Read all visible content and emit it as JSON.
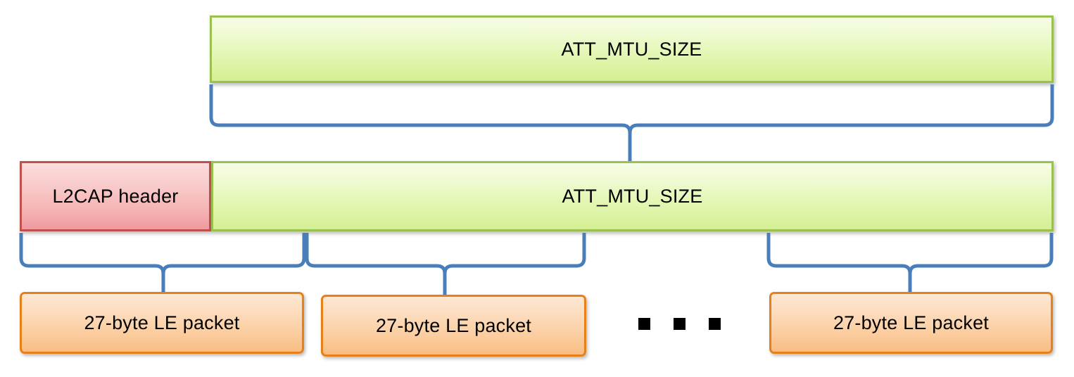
{
  "diagram": {
    "title": "Bluetooth LE ATT_MTU_SIZE fragmentation into 27-byte LE packets",
    "colors": {
      "green_fill_top": "#f6fce6",
      "green_fill_bottom": "#d4ef92",
      "green_border": "#9ac150",
      "pink_fill_top": "#fbdcdc",
      "pink_fill_bottom": "#f09a9f",
      "pink_border": "#c0504d",
      "orange_fill_top": "#fde7d2",
      "orange_fill_bottom": "#f9bd83",
      "orange_border": "#e8801a",
      "brace_stroke": "#4a7ebb",
      "dot_color": "#000000",
      "background": "#ffffff"
    },
    "rows": {
      "top": {
        "att_mtu_label": "ATT_MTU_SIZE"
      },
      "middle": {
        "l2cap_label": "L2CAP header",
        "att_mtu_label": "ATT_MTU_SIZE"
      },
      "bottom": {
        "packets": [
          {
            "label": "27-byte LE packet"
          },
          {
            "label": "27-byte LE packet"
          },
          {
            "label": "27-byte LE packet"
          }
        ],
        "ellipsis_dots": 3
      }
    }
  }
}
